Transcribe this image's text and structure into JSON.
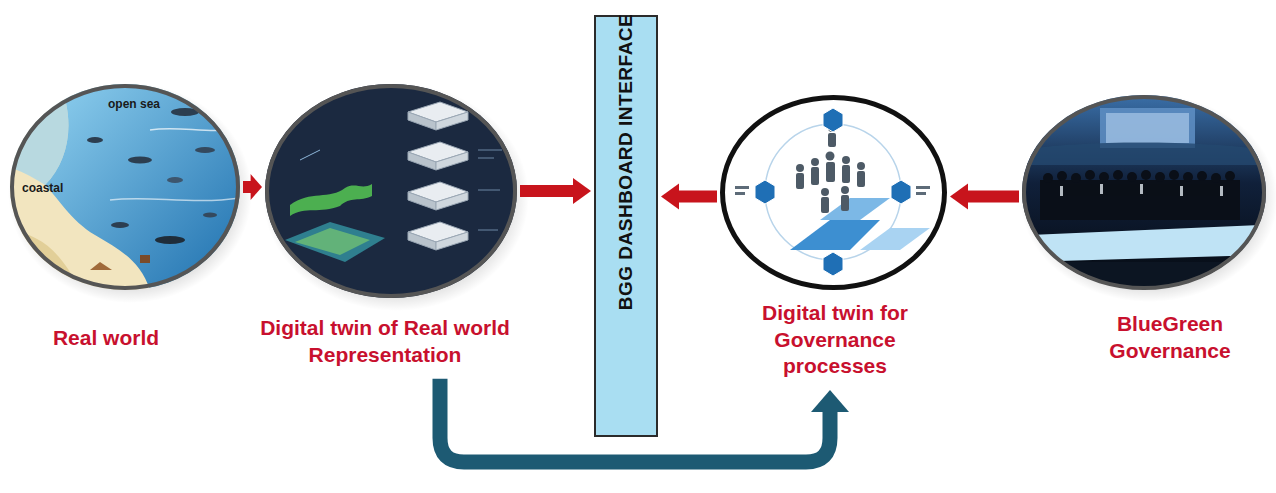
{
  "diagram": {
    "nodes": [
      {
        "text": [
          "Real world"
        ]
      },
      {
        "text": [
          "Digital twin of Real world Representation"
        ]
      },
      {
        "text": [
          "BGG DASHBOARD INTERFACE"
        ]
      },
      {
        "text": [
          "Digital twin for Governance processes"
        ]
      },
      {
        "text": [
          "BlueGreen Governance"
        ]
      }
    ],
    "edges": [
      {
        "from": 0,
        "to": 1,
        "arrow": "to"
      },
      {
        "from": 1,
        "to": 2,
        "arrow": "to"
      },
      {
        "from": 3,
        "to": 2,
        "arrow": "to"
      },
      {
        "from": 4,
        "to": 3,
        "arrow": "to"
      },
      {
        "from": 1,
        "to": 3,
        "arrow": "to"
      }
    ],
    "labels": [
      "open sea",
      "coastal"
    ]
  }
}
